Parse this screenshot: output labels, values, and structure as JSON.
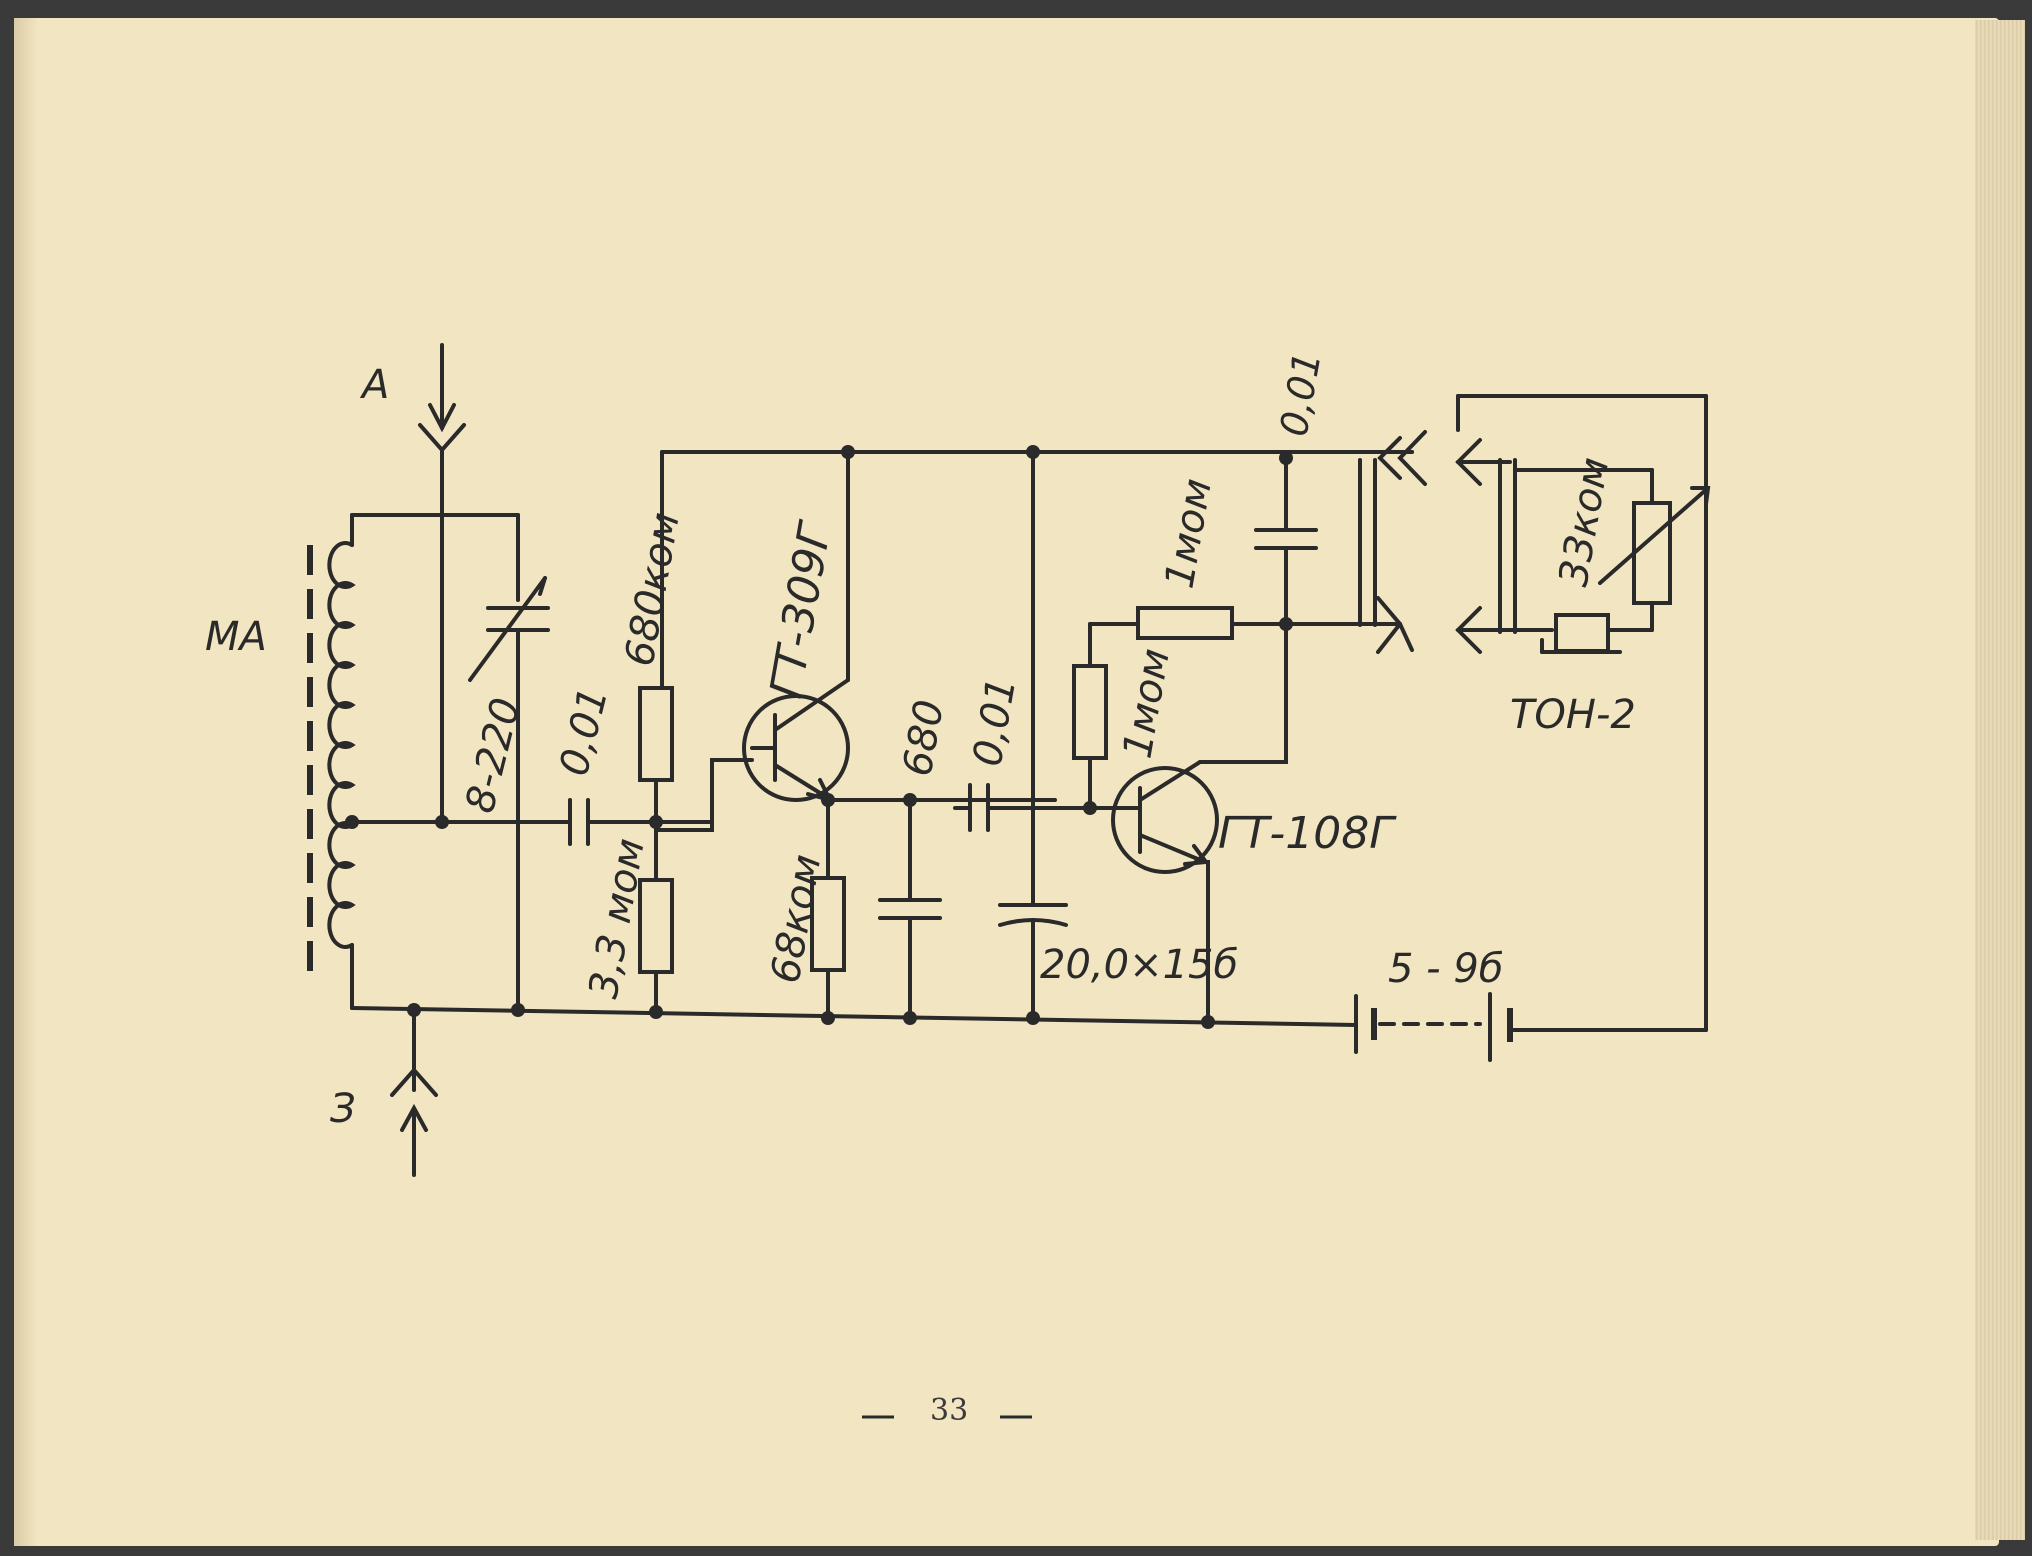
{
  "labels": {
    "antenna": "А",
    "ground": "З",
    "antenna_coil": "МА",
    "var_cap": "8-220",
    "c1": "0,01",
    "r_680k": "680ком",
    "r_3_3m": "3,3 мом",
    "t1": "ГТ-309Г",
    "r_68k": "68ком",
    "c_680": "680",
    "c2": "0,01",
    "c_elec": "20,0×15б",
    "r_1m_top": "1мом",
    "r_1m_vert": "1мом",
    "c3": "0,01",
    "t2": "ГТ-108Г",
    "battery": "5 - 9б",
    "r_33k": "33ком",
    "phones": "ТОН-2"
  },
  "page_number": "33"
}
